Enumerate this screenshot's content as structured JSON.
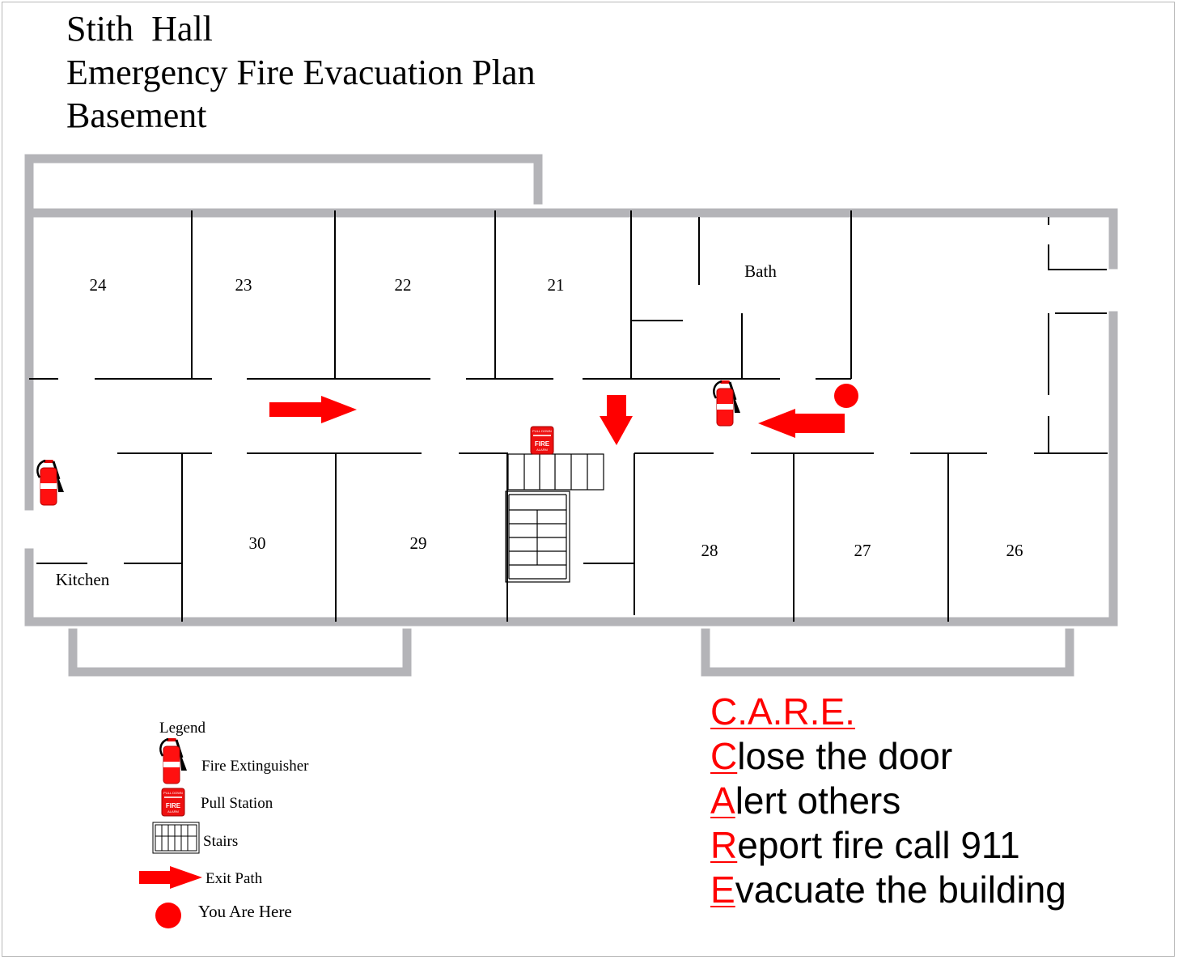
{
  "title": {
    "line1": "Stith  Hall",
    "line2": "Emergency Fire Evacuation Plan",
    "line3": "Basement"
  },
  "rooms": {
    "r24": "24",
    "r23": "23",
    "r22": "22",
    "r21": "21",
    "bath": "Bath",
    "r30": "30",
    "r29": "29",
    "r28": "28",
    "r27": "27",
    "r26": "26",
    "kitchen": "Kitchen"
  },
  "legend": {
    "heading": "Legend",
    "fire_extinguisher": "Fire Extinguisher",
    "pull_station": "Pull Station",
    "stairs": "Stairs",
    "exit_path": "Exit Path",
    "you_are_here": "You Are Here"
  },
  "care": {
    "heading": "C.A.R.E.",
    "lines": [
      {
        "letter": "C",
        "rest": "lose the door"
      },
      {
        "letter": "A",
        "rest": "lert others"
      },
      {
        "letter": "R",
        "rest": "eport fire call 911"
      },
      {
        "letter": "E",
        "rest": "vacuate the building"
      }
    ]
  },
  "icons": {
    "extinguisher": "fire-extinguisher-icon",
    "pull_station": "pull-station-icon",
    "stairs": "stairs-icon",
    "exit_arrow": "exit-arrow-icon",
    "you_are_here": "you-are-here-dot"
  },
  "pull_station_text": {
    "top": "PULL DOWN",
    "mid": "FIRE",
    "bottom": "ALARM"
  },
  "colors": {
    "exterior_wall": "#b4b4b8",
    "accent": "#ff0000",
    "wall": "#000000"
  }
}
